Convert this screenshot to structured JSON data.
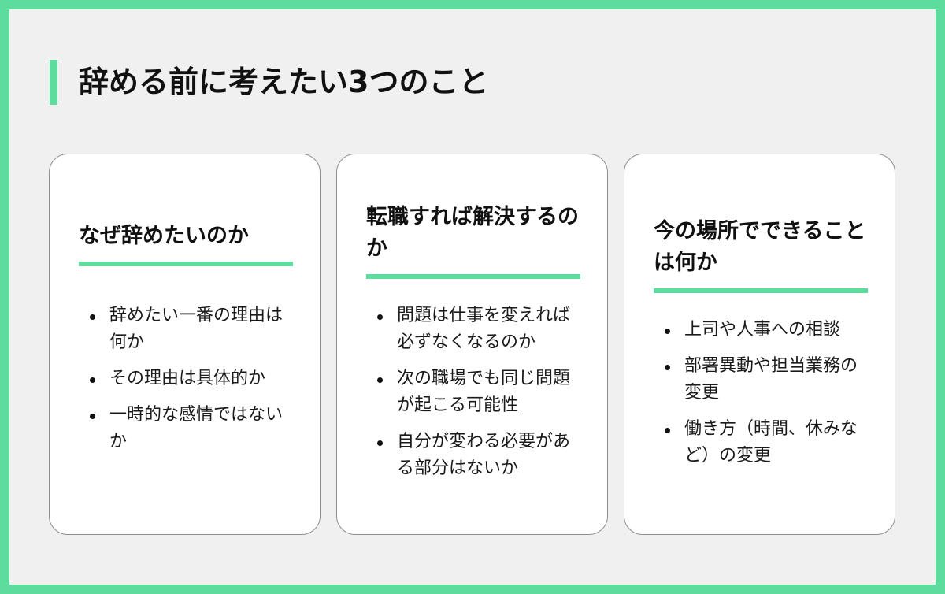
{
  "colors": {
    "accent": "#5edc9e",
    "background": "#f0f0f0",
    "card": "#ffffff",
    "card_border": "#8e8e8e",
    "text": "#111111"
  },
  "page": {
    "title": "辞める前に考えたい3つのこと"
  },
  "cards": [
    {
      "title": "なぜ辞めたいのか",
      "items": [
        "辞めたい一番の理由は何か",
        "その理由は具体的か",
        "一時的な感情ではないか"
      ]
    },
    {
      "title": "転職すれば解決するのか",
      "items": [
        "問題は仕事を変えれば必ずなくなるのか",
        "次の職場でも同じ問題が起こる可能性",
        "自分が変わる必要がある部分はないか"
      ]
    },
    {
      "title": "今の場所でできることは何か",
      "items": [
        "上司や人事への相談",
        "部署異動や担当業務の変更",
        "働き方（時間、休みなど）の変更"
      ]
    }
  ]
}
